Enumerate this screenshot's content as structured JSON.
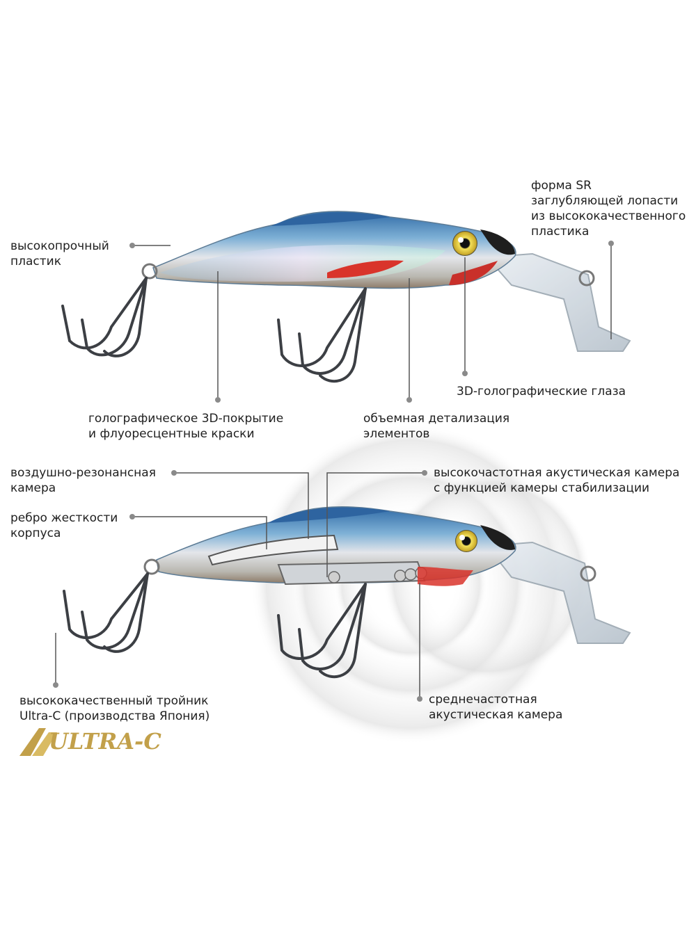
{
  "top_lure": {
    "labels": {
      "plastic": [
        "высокопрочный",
        "пластик"
      ],
      "lip": [
        "форма SR",
        "заглубляющей лопасти",
        "из высококачественного",
        "пластика"
      ],
      "eyes": [
        "3D-голографические глаза"
      ],
      "coating": [
        "голографическое 3D-покрытие",
        "и флуоресцентные краски"
      ],
      "detail": [
        "объемная детализация",
        "элементов"
      ]
    }
  },
  "bottom_lure": {
    "labels": {
      "air_chamber": [
        "воздушно-резонансная",
        "камера"
      ],
      "high_freq": [
        "высокочастотная акустическая камера",
        "с функцией камеры стабилизации"
      ],
      "rib": [
        "ребро жесткости",
        "корпуса"
      ],
      "hook": [
        "высококачественный тройник",
        "Ultra-C (производства Япония)"
      ],
      "mid_freq": [
        "среднечастотная",
        "акустическая камера"
      ]
    }
  },
  "logo": {
    "text": "ULTRA-C",
    "color": "#c2a04a"
  },
  "colors": {
    "body_blue": "#3f7fb3",
    "belly_red": "#d9342b",
    "eye_yellow": "#f0d23a",
    "leader_line": "#555555",
    "dot": "#8a8a8a"
  }
}
